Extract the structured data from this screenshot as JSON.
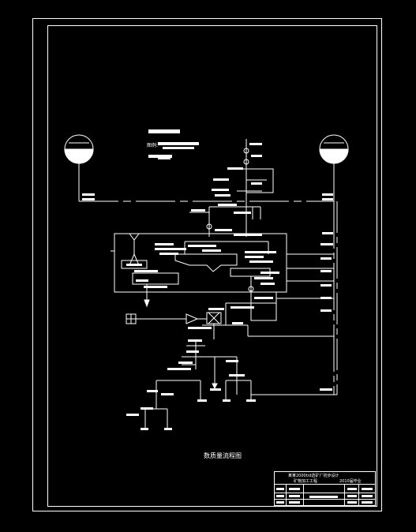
{
  "drawing": {
    "caption": "数质量流程图",
    "legend_label": "图例:",
    "title_block": {
      "line1": "某某2000t/d选矿厂初步设计",
      "line2": "矿物加工工程",
      "line3": "2010届毕业"
    },
    "colors": {
      "background": "#000000",
      "linework": "#ffffff"
    }
  }
}
